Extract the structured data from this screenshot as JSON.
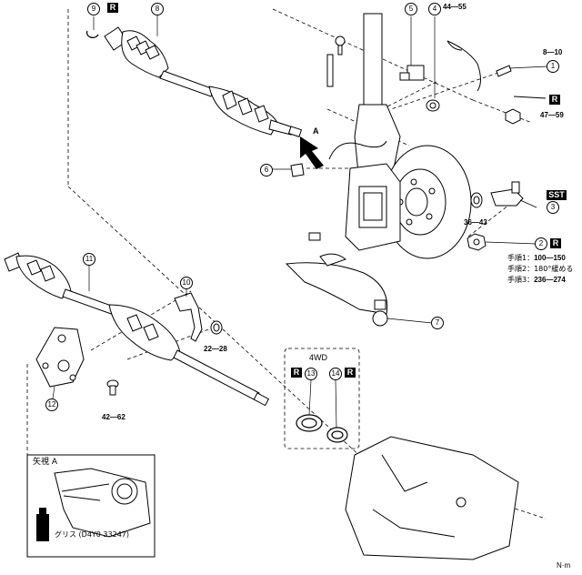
{
  "callouts": {
    "c1": "1",
    "c2": "2",
    "c3": "3",
    "c4": "4",
    "c5": "5",
    "c6": "6",
    "c7": "7",
    "c8": "8",
    "c9": "9",
    "c10": "10",
    "c11": "11",
    "c12": "12",
    "c13": "13",
    "c14": "14"
  },
  "badges": {
    "r": "R",
    "sst": "SST"
  },
  "torques": {
    "t_44_55": "44—55",
    "t_8_10": "8—10",
    "t_47_59": "47—59",
    "t_36_43": "36—43",
    "t_22_28": "22—28",
    "t_42_62": "42—62"
  },
  "steps": {
    "step1_label": "手順1：",
    "step1_value": "100—150",
    "step2_label": "手順2：",
    "step2_value": "180°緩める",
    "step3_label": "手順3：",
    "step3_value": "236—274"
  },
  "arrow_a": "A",
  "four_wd": "4WD",
  "inset": {
    "title": "矢視 A",
    "grease": "グリス (D4Y0 33247)"
  },
  "unit": "N·m"
}
